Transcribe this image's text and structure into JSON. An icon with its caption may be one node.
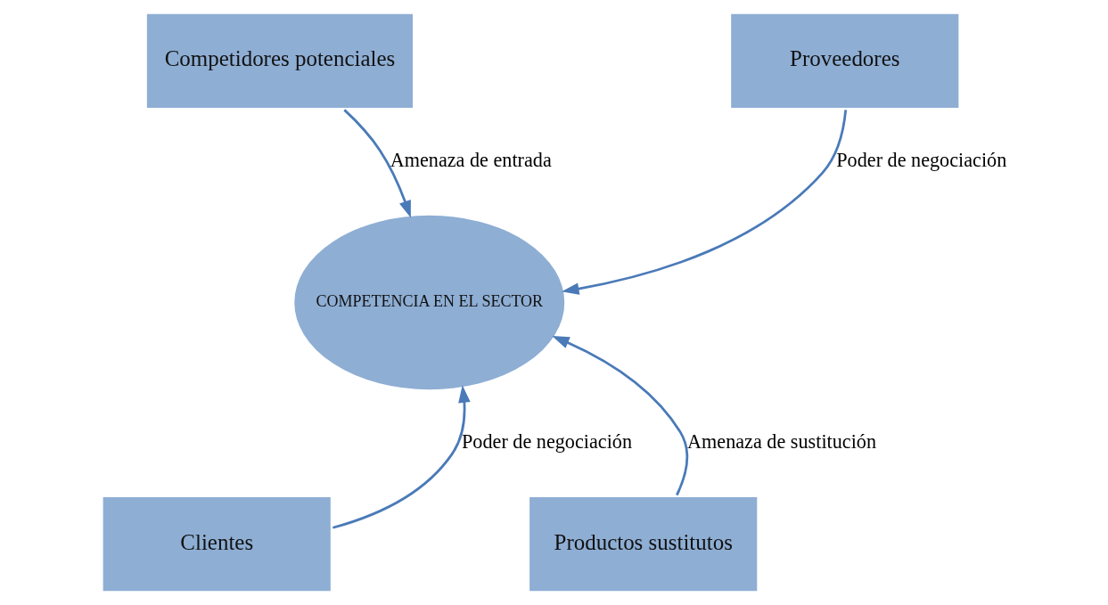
{
  "diagram": {
    "nodes": [
      {
        "text": [
          "Competidores potenciales"
        ]
      },
      {
        "text": [
          "Proveedores"
        ]
      },
      {
        "text": [
          "COMPETENCIA EN EL SECTOR"
        ]
      },
      {
        "text": [
          "Clientes"
        ]
      },
      {
        "text": [
          "Productos sustitutos"
        ]
      }
    ],
    "edges": [
      {
        "from": 0,
        "to": 2,
        "arrow": "to",
        "label": "Amenaza de entrada"
      },
      {
        "from": 1,
        "to": 2,
        "arrow": "to",
        "label": "Poder de negociación"
      },
      {
        "from": 3,
        "to": 2,
        "arrow": "to",
        "label": "Poder de negociación"
      },
      {
        "from": 4,
        "to": 2,
        "arrow": "to",
        "label": "Amenaza de sustitución"
      }
    ]
  }
}
